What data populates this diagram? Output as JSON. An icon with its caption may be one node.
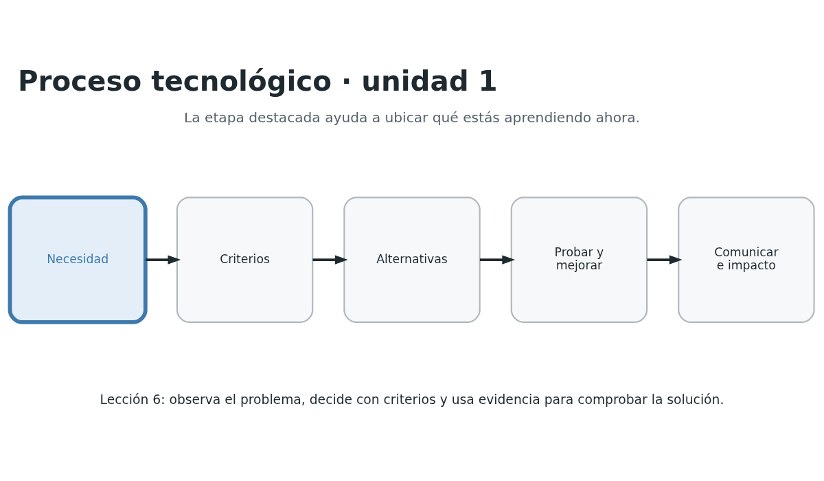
{
  "diagram": {
    "title": "Proceso tecnológico · unidad 1",
    "nodes": [
      {
        "text": [
          "Necesidad"
        ]
      },
      {
        "text": [
          "Criterios"
        ]
      },
      {
        "text": [
          "Alternativas"
        ]
      },
      {
        "text": [
          "Probar y mejorar"
        ]
      },
      {
        "text": [
          "Comunicar e impacto"
        ]
      }
    ],
    "edges": [
      {
        "from": 0,
        "to": 1,
        "arrow": "to"
      },
      {
        "from": 1,
        "to": 2,
        "arrow": "to"
      },
      {
        "from": 2,
        "to": 3,
        "arrow": "to"
      },
      {
        "from": 3,
        "to": 4,
        "arrow": "to"
      }
    ],
    "labels": [
      "La etapa destacada ayuda a ubicar qué estás aprendiendo ahora.",
      "Lección 6: observa el problema, decide con criterios y usa evidencia para comprobar la solución."
    ]
  }
}
